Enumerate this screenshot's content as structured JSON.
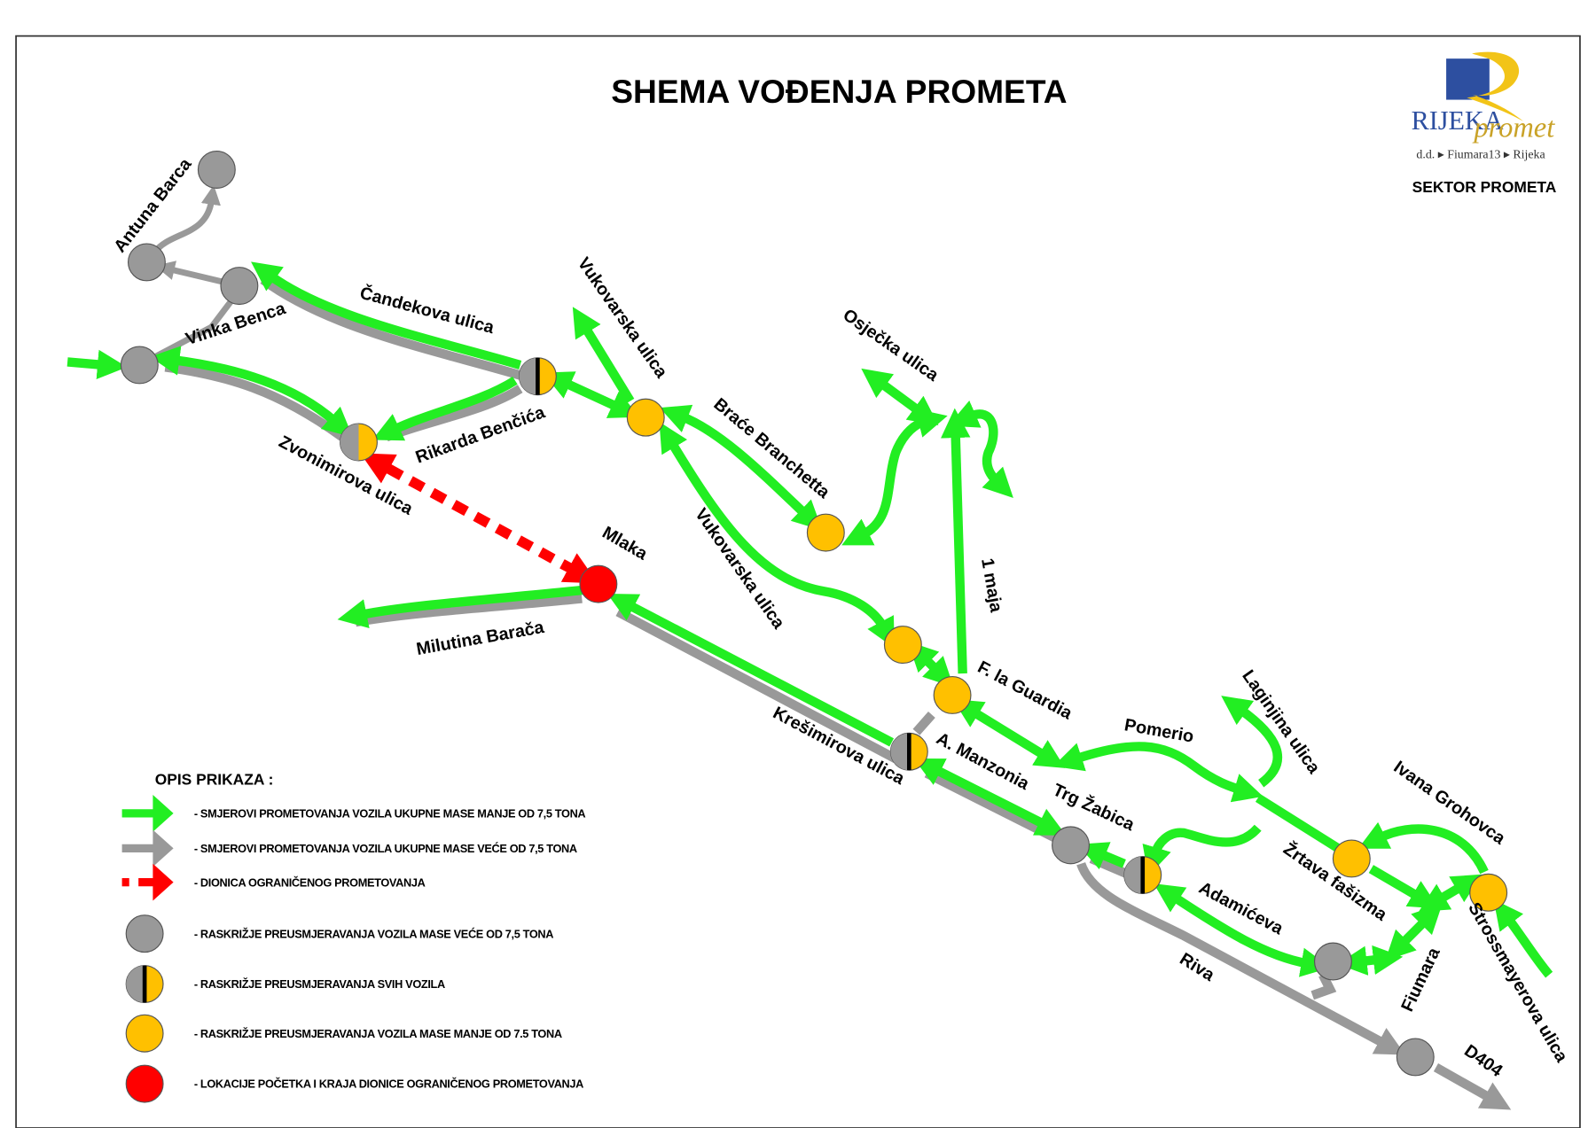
{
  "title": "SHEMA VOĐENJA PROMETA",
  "logo": {
    "brand_main": "RIJEKA",
    "brand_sub": "promet",
    "address": "d.d. ▸ Fiumara13 ▸ Rijeka",
    "sector": "SEKTOR PROMETA"
  },
  "colors": {
    "green": "#22ee22",
    "gray": "#999999",
    "red": "#ff0000",
    "yellow": "#ffc000"
  },
  "legend": {
    "title": "OPIS PRIKAZA :",
    "items": [
      {
        "icon": "green-arrow",
        "label": "- SMJEROVI PROMETOVANJA VOZILA UKUPNE MASE MANJE OD 7,5 TONA"
      },
      {
        "icon": "gray-arrow",
        "label": "- SMJEROVI PROMETOVANJA VOZILA UKUPNE MASE VEĆE OD 7,5 TONA"
      },
      {
        "icon": "red-dashed-arrow",
        "label": "- DIONICA OGRANIČENOG PROMETOVANJA"
      },
      {
        "icon": "gray-circle",
        "label": "- RASKRIŽJE PREUSMJERAVANJA VOZILA MASE VEĆE OD 7,5 TONA"
      },
      {
        "icon": "half-circle",
        "label": "- RASKRIŽJE PREUSMJERAVANJA SVIH VOZILA"
      },
      {
        "icon": "yellow-circle",
        "label": "- RASKRIŽJE PREUSMJERAVANJA VOZILA MASE MANJE OD 7.5 TONA"
      },
      {
        "icon": "red-circle",
        "label": "- LOKACIJE POČETKA I KRAJA DIONICE OGRANIČENOG PROMETOVANJA"
      }
    ]
  },
  "streets": [
    "Antuna Barca",
    "Vinka Benca",
    "Čandekova ulica",
    "Rikarda Benčića",
    "Zvonimirova ulica",
    "Vukovarska ulica",
    "Braće Branchetta",
    "Osječka ulica",
    "Vukovarska ulica",
    "1 maja",
    "Mlaka",
    "Milutina Barača",
    "F. la Guardia",
    "A. Manzonia",
    "Krešimirova ulica",
    "Pomerio",
    "Laginjina ulica",
    "Trg Žabica",
    "Ivana Grohovca",
    "Žrtava fašizma",
    "Adamićeva",
    "Riva",
    "Fiumara",
    "Strossmayerova ulica",
    "D404"
  ]
}
